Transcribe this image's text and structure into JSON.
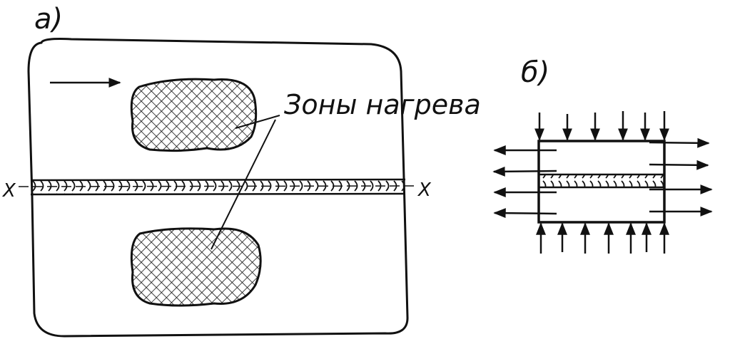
{
  "figure": {
    "label_a": "а)",
    "label_b": "б)",
    "heating_zones_label": "Зоны нагрева",
    "axis_left_label": "X",
    "axis_right_label": "X"
  },
  "colors": {
    "ink": "#111111",
    "paper": "#ffffff"
  },
  "icons": {
    "motion_direction": "right-arrow-icon",
    "tension_forces": "outward-horizontal-arrow-icons",
    "compression_forces": "inward-vertical-arrow-icons"
  }
}
